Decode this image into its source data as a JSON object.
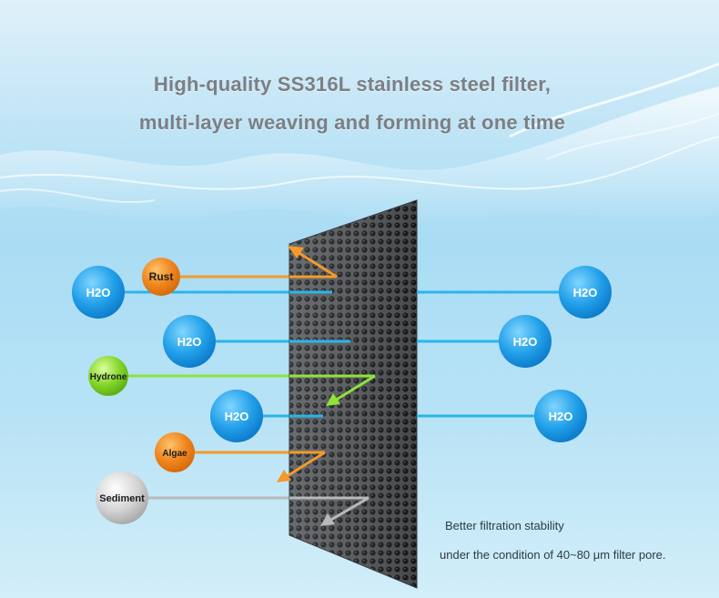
{
  "headline": {
    "line1": "High-quality SS316L stainless steel filter,",
    "line2": "multi-layer weaving and forming at one time"
  },
  "particles": {
    "h2o_label": "H2O",
    "rust": "Rust",
    "hydrone": "Hydrone",
    "algae": "Algae",
    "sediment": "Sediment"
  },
  "notes": {
    "line1": "Better filtration stability",
    "line2": "under the condition of 40~80 μm filter pore."
  },
  "colors": {
    "h2o": "#1e9ee8",
    "rust": "#f0841c",
    "hydrone": "#7fd82a",
    "algae": "#f08a1c",
    "sediment": "#c9c9c9",
    "water_line": "#29b6ea",
    "rust_line": "#f39a2a",
    "hydrone_line": "#8fe23a",
    "sediment_line": "#b9b9b9"
  }
}
